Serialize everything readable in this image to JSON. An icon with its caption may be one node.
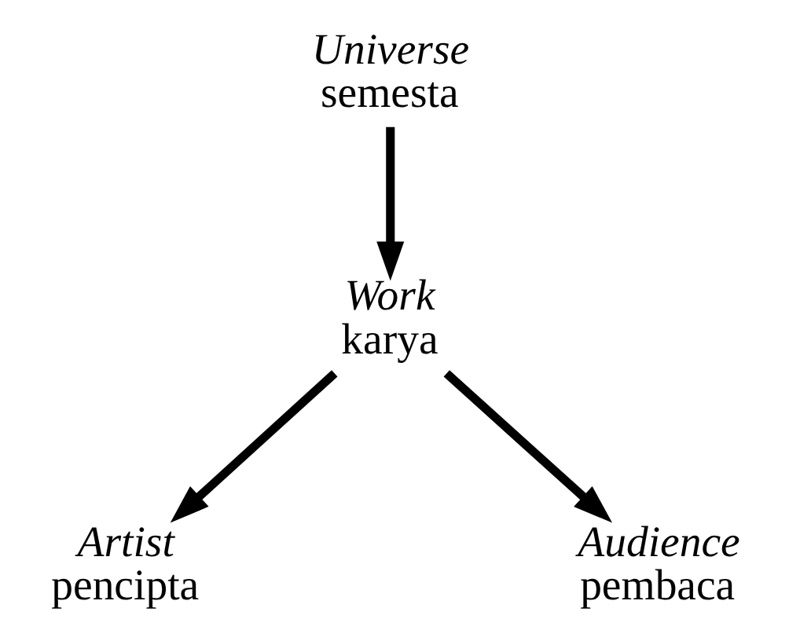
{
  "diagram": {
    "nodes": [
      {
        "text": [
          "Universe",
          "semesta"
        ]
      },
      {
        "text": [
          "Work",
          "karya"
        ]
      },
      {
        "text": [
          "Artist",
          "pencipta"
        ]
      },
      {
        "text": [
          "Audience",
          "pembaca"
        ]
      }
    ],
    "edges": [
      {
        "from": 0,
        "to": 1,
        "arrow": "to"
      },
      {
        "from": 1,
        "to": 2,
        "arrow": "to"
      },
      {
        "from": 1,
        "to": 3,
        "arrow": "to"
      }
    ]
  }
}
